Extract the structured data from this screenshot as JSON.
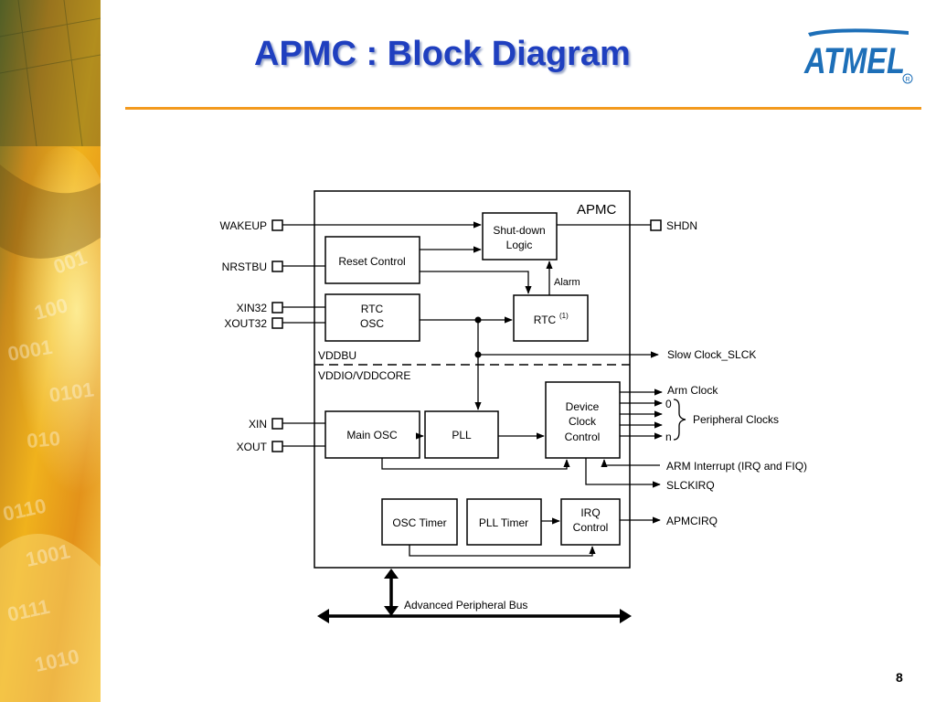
{
  "slide": {
    "title": "APMC : Block Diagram",
    "page_number": "8",
    "logo_text": "ATMEL",
    "logo_mark": "R"
  },
  "side_art": {
    "digits": [
      "001",
      "100",
      "0001",
      "0101",
      "010",
      "0110",
      "1001",
      "0111",
      "1010"
    ]
  },
  "diagram": {
    "module_label": "APMC",
    "domain_upper": "VDDBU",
    "domain_lower": "VDDIO/VDDCORE",
    "blocks": {
      "shutdown_line1": "Shut-down",
      "shutdown_line2": "Logic",
      "reset": "Reset Control",
      "rtc_osc_line1": "RTC",
      "rtc_osc_line2": "OSC",
      "rtc": "RTC",
      "rtc_note": "(1)",
      "main_osc": "Main OSC",
      "pll": "PLL",
      "dcc_line1": "Device",
      "dcc_line2": "Clock",
      "dcc_line3": "Control",
      "osc_timer": "OSC Timer",
      "pll_timer": "PLL Timer",
      "irq_line1": "IRQ",
      "irq_line2": "Control"
    },
    "pins": {
      "wakeup": "WAKEUP",
      "nrstbu": "NRSTBU",
      "xin32": "XIN32",
      "xout32": "XOUT32",
      "xin": "XIN",
      "xout": "XOUT",
      "shdn": "SHDN"
    },
    "signals": {
      "alarm": "Alarm",
      "slow_clock": "Slow Clock_SLCK",
      "arm_clock": "Arm Clock",
      "periph_first": "0",
      "periph_last": "n",
      "peripheral_clocks": "Peripheral Clocks",
      "arm_interrupt": "ARM Interrupt (IRQ and FIQ)",
      "slckirq": "SLCKIRQ",
      "apmcirq": "APMCIRQ"
    },
    "bus_label": "Advanced Peripheral Bus"
  }
}
